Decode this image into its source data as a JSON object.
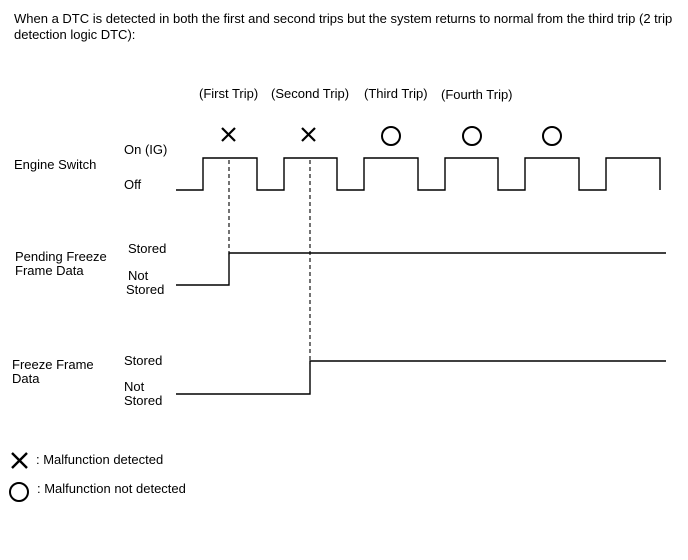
{
  "caption": "When a DTC is detected in both the first and second trips but the system returns to normal from the third trip (2 trip detection logic DTC):",
  "trips": [
    "(First Trip)",
    "(Second Trip)",
    "(Third Trip)",
    "(Fourth Trip)"
  ],
  "trip_marks": [
    "x",
    "x",
    "o",
    "o",
    "o"
  ],
  "rows": {
    "engine_switch": {
      "label": "Engine Switch",
      "high": "On (IG)",
      "low": "Off"
    },
    "pending_freeze": {
      "label_line1": "Pending Freeze",
      "label_line2": "Frame Data",
      "high": "Stored",
      "low_line1": "Not",
      "low_line2": "Stored"
    },
    "freeze_frame": {
      "label_line1": "Freeze Frame",
      "label_line2": "Data",
      "high": "Stored",
      "low_line1": "Not",
      "low_line2": "Stored"
    }
  },
  "legend": {
    "x_label": ": Malfunction detected",
    "o_label": ": Malfunction not detected"
  }
}
